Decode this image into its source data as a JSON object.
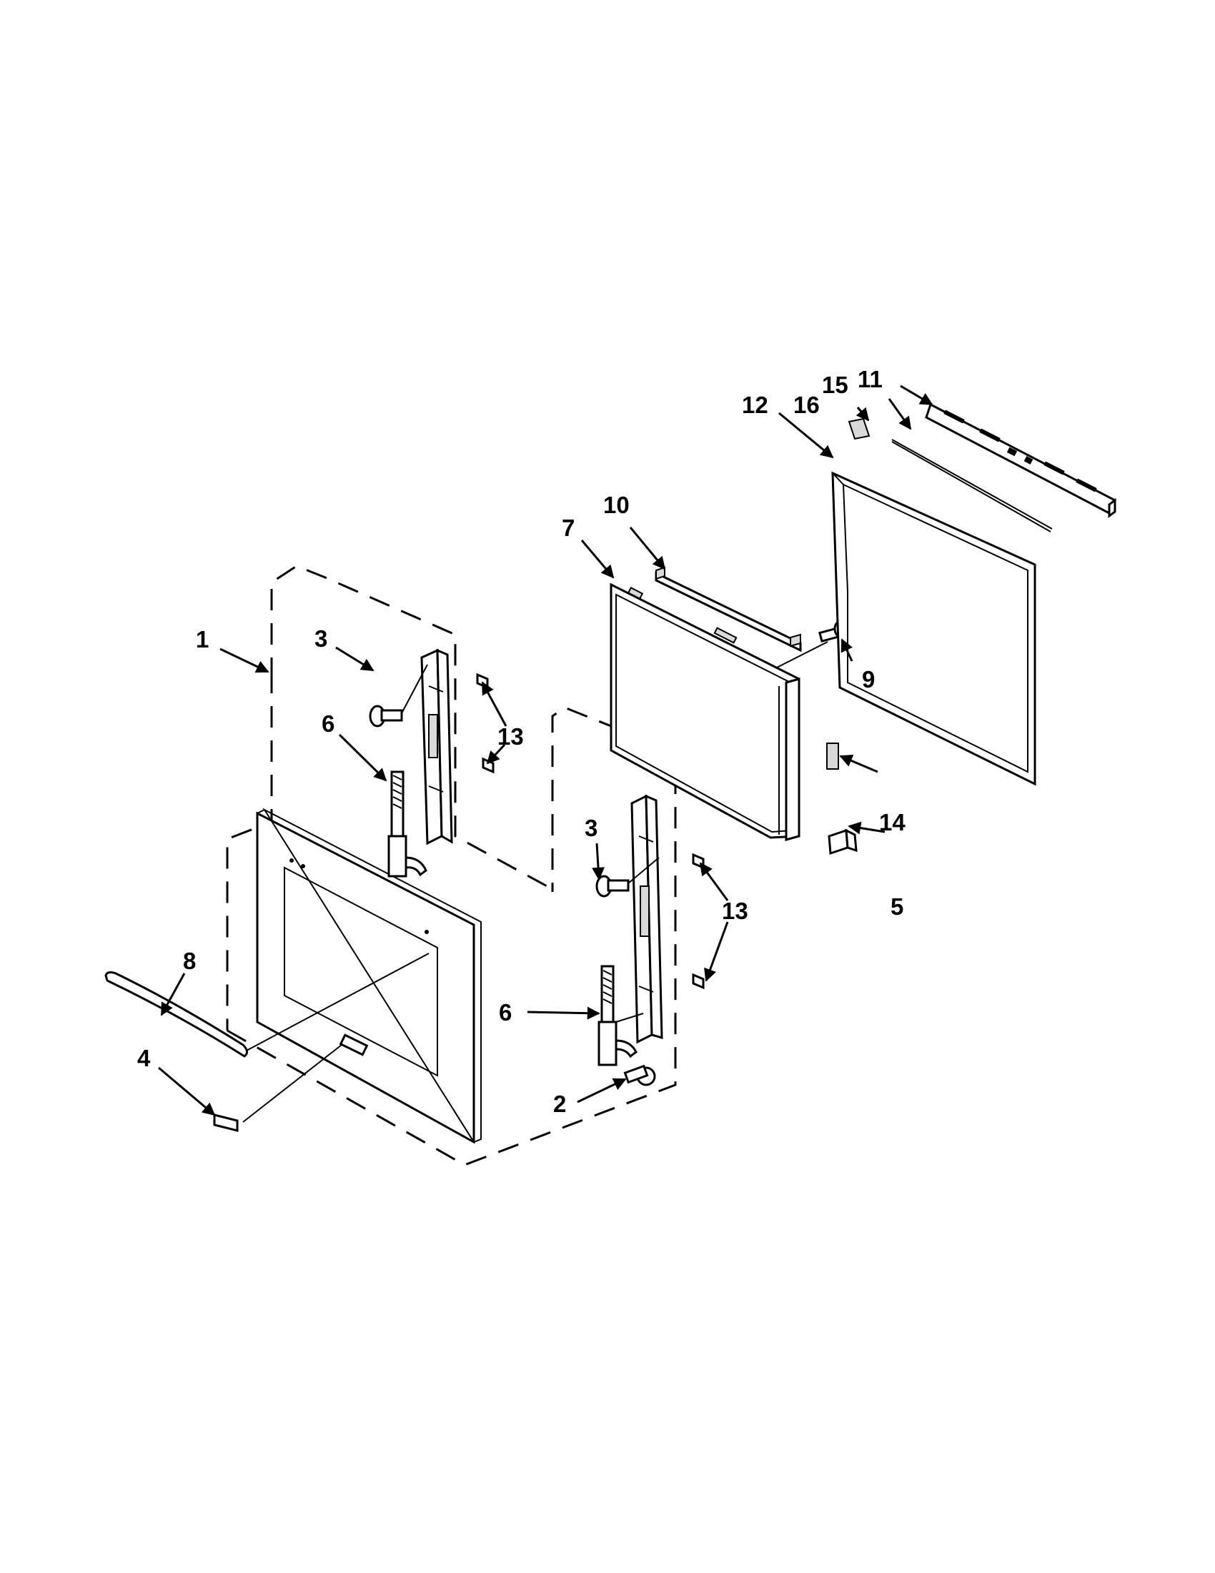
{
  "callouts": {
    "c1": "1",
    "c2": "2",
    "c3a": "3",
    "c3b": "3",
    "c4": "4",
    "c5": "5",
    "c6a": "6",
    "c6b": "6",
    "c7": "7",
    "c8": "8",
    "c9": "9",
    "c10": "10",
    "c11": "11",
    "c12": "12",
    "c13a": "13",
    "c13b": "13",
    "c14": "14",
    "c15": "15",
    "c16": "16"
  }
}
